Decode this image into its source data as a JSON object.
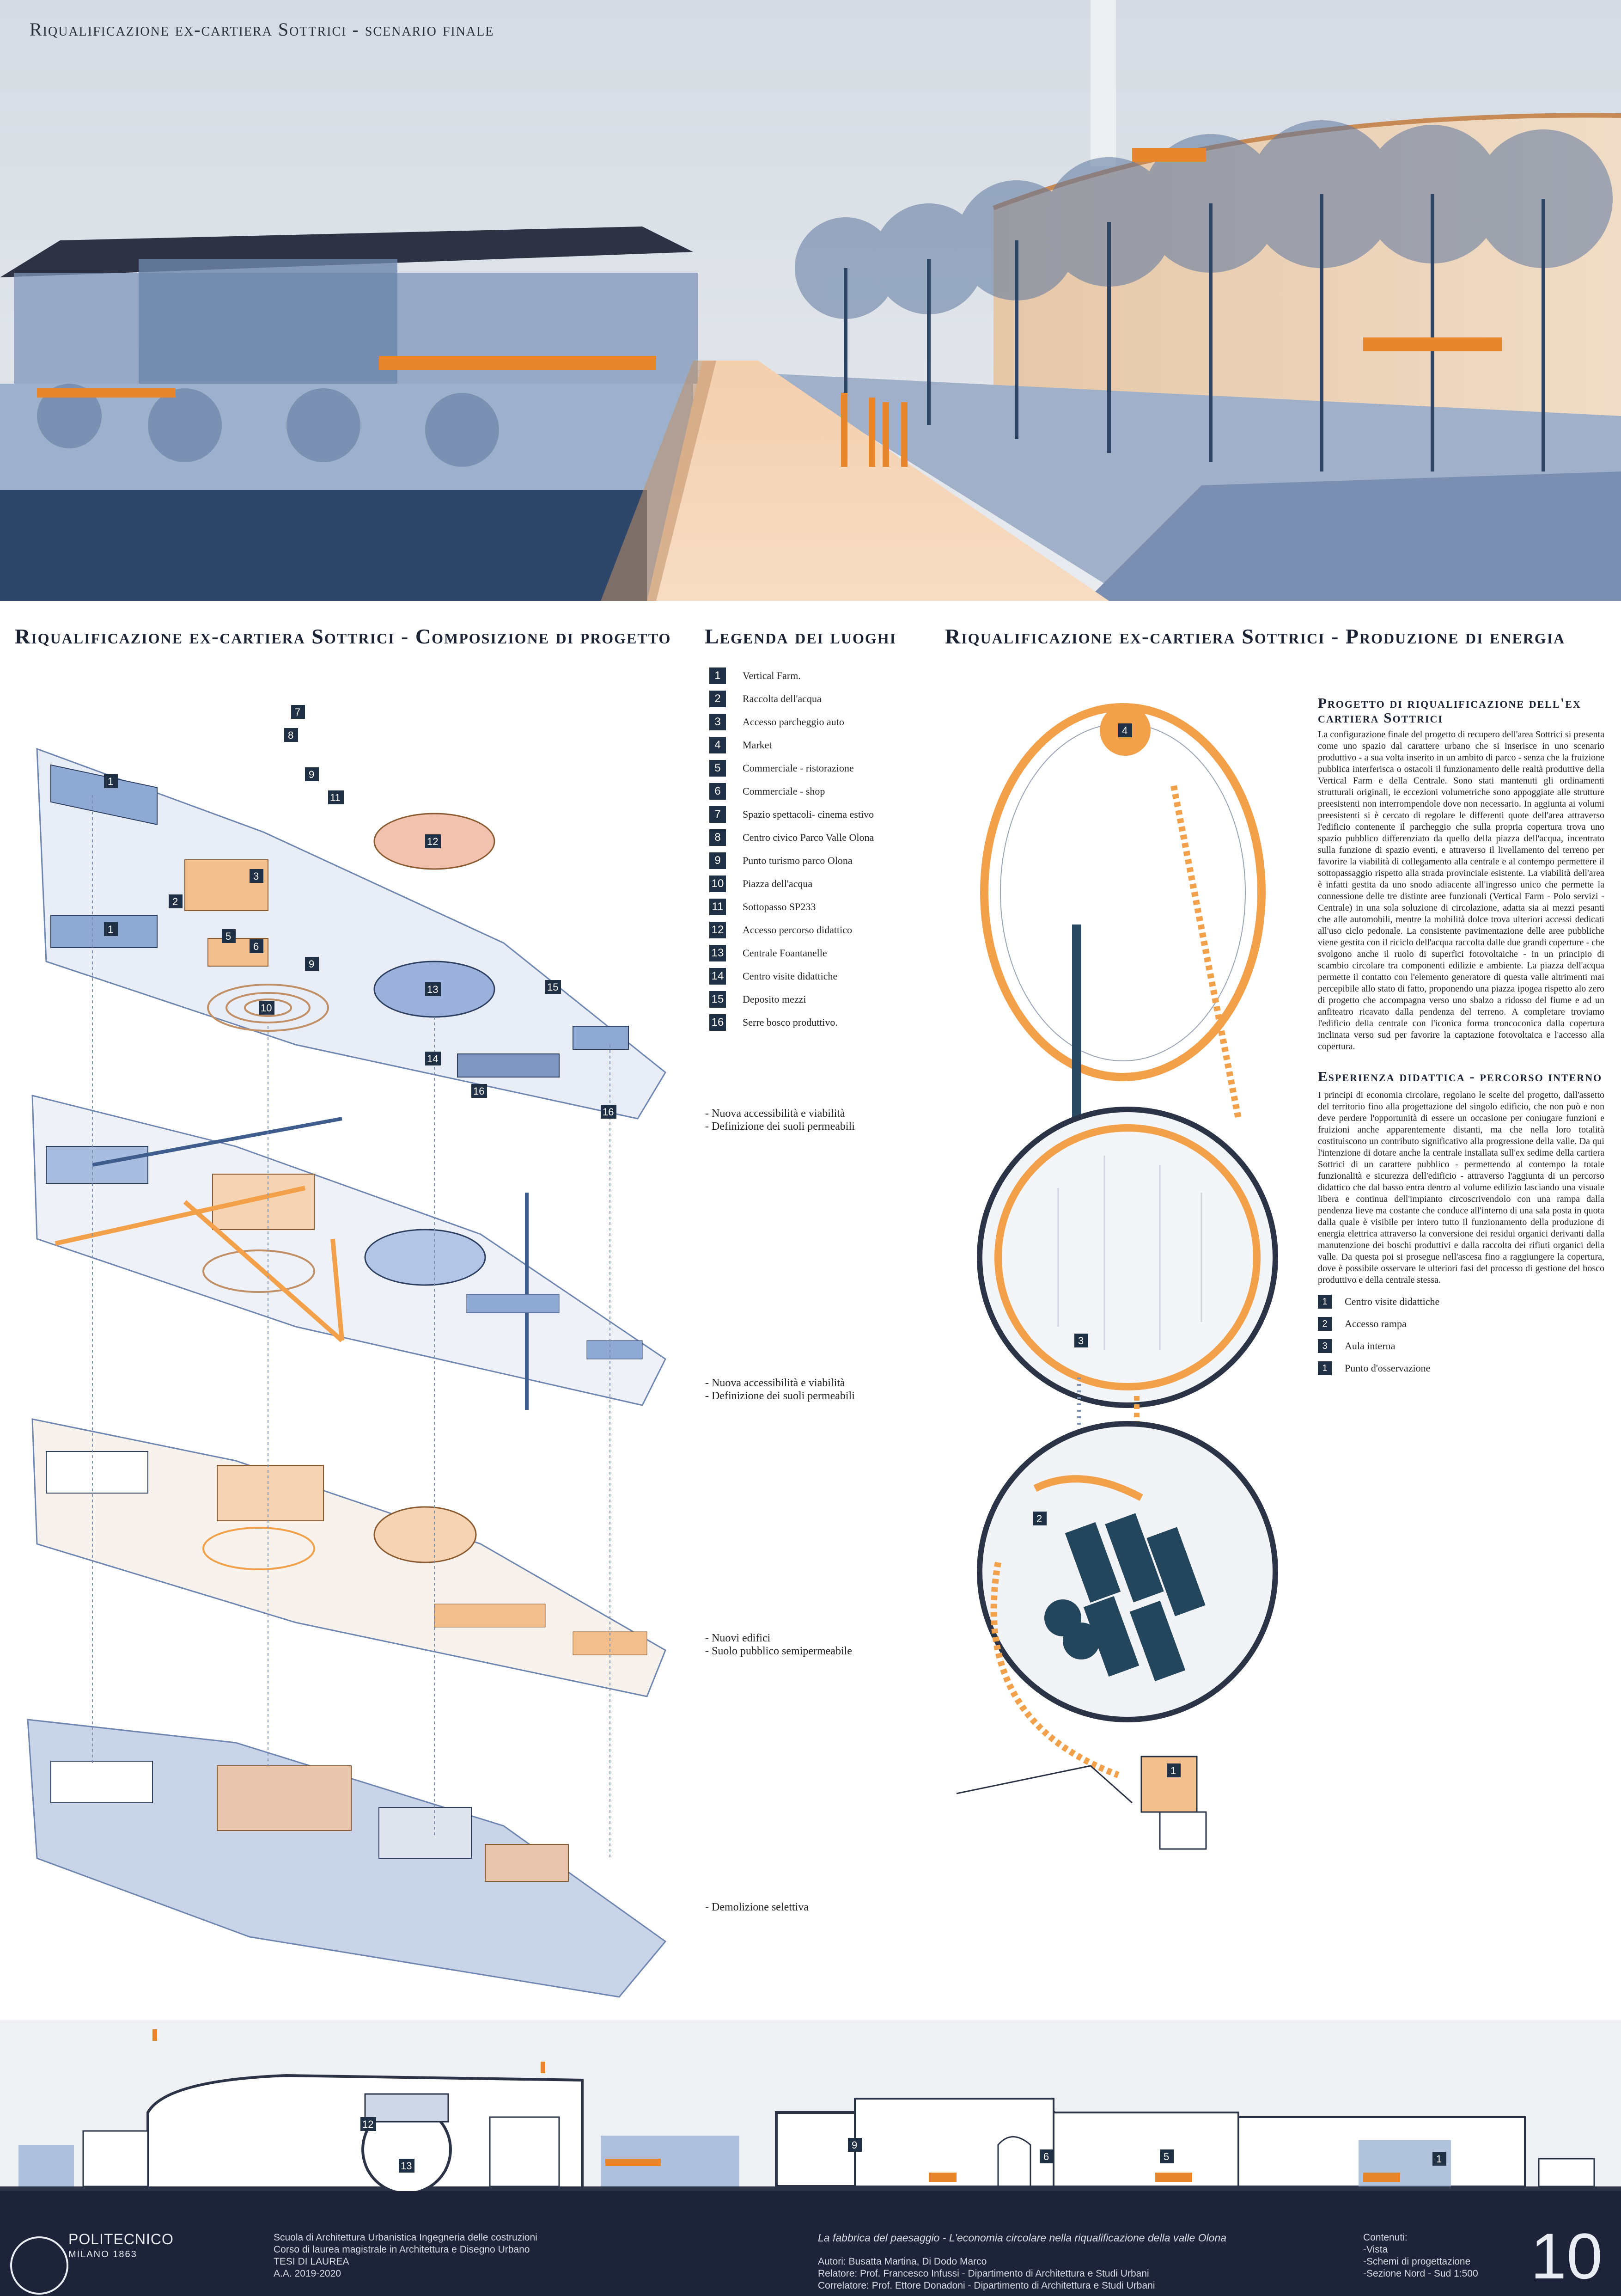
{
  "hero": {
    "title": "Riqualificazione ex-cartiera Sottrici - scenario finale"
  },
  "composition": {
    "title": "Riqualificazione ex-cartiera Sottrici - Composizione di progetto",
    "layer_notes": [
      "- Nuova accessibilità e viabilità\n- Definizione dei suoli permeabili",
      "- Nuova accessibilità e viabilità\n- Definizione dei suoli permeabili",
      "- Nuovi edifici\n- Suolo pubblico semipermeabile",
      "- Demolizione selettiva"
    ]
  },
  "legend": {
    "title": "Legenda dei luoghi",
    "items": [
      {
        "num": "1",
        "label": "Vertical Farm."
      },
      {
        "num": "2",
        "label": "Raccolta dell'acqua"
      },
      {
        "num": "3",
        "label": "Accesso parcheggio auto"
      },
      {
        "num": "4",
        "label": "Market"
      },
      {
        "num": "5",
        "label": "Commerciale - ristorazione"
      },
      {
        "num": "6",
        "label": "Commerciale - shop"
      },
      {
        "num": "7",
        "label": "Spazio spettacoli- cinema estivo"
      },
      {
        "num": "8",
        "label": "Centro civico Parco Valle Olona"
      },
      {
        "num": "9",
        "label": "Punto turismo parco Olona"
      },
      {
        "num": "10",
        "label": "Piazza dell'acqua"
      },
      {
        "num": "11",
        "label": "Sottopasso SP233"
      },
      {
        "num": "12",
        "label": "Accesso percorso didattico"
      },
      {
        "num": "13",
        "label": "Centrale Foantanelle"
      },
      {
        "num": "14",
        "label": "Centro visite didattiche"
      },
      {
        "num": "15",
        "label": "Deposito mezzi"
      },
      {
        "num": "16",
        "label": "Serre bosco produttivo."
      }
    ]
  },
  "energy": {
    "title": "Riqualificazione ex-cartiera Sottrici - Produzione di energia",
    "diagram_tags": [
      "4",
      "3",
      "2",
      "1"
    ],
    "section1_title": "Progetto di riqualificazione dell'ex cartiera Sottrici",
    "section1_text": "La configurazione finale del progetto di recupero dell'area Sottrici si presenta come uno spazio dal carattere urbano che si inserisce in uno scenario produttivo - a sua volta inserito in un ambito di parco - senza che la fruizione pubblica interferisca o ostacoli il funzionamento delle realtà produttive della Vertical Farm e della Centrale. Sono stati mantenuti gli ordinamenti strutturali originali, le eccezioni volumetriche sono appoggiate alle strutture preesistenti non interrompendole dove non necessario. In aggiunta ai volumi preesistenti si è cercato di regolare le differenti quote dell'area attraverso l'edificio contenente il parcheggio che sulla propria copertura trova uno spazio pubblico differenziato da quello della piazza dell'acqua, incentrato sulla funzione di spazio eventi, e attraverso il livellamento del terreno per favorire la viabilità di collegamento alla centrale e al contempo permettere il sottopassaggio rispetto alla strada provinciale esistente. La viabilità dell'area è infatti gestita da uno snodo adiacente all'ingresso unico che permette la connessione delle tre distinte aree funzionali (Vertical Farm - Polo servizi - Centrale) in una sola soluzione di circolazione, adatta sia ai mezzi pesanti che alle automobili, mentre la mobilità dolce trova ulteriori accessi dedicati all'uso ciclo pedonale. La consistente pavimentazione delle aree pubbliche viene gestita con il riciclo dell'acqua raccolta dalle due grandi coperture - che svolgono anche il ruolo di superfici fotovoltaiche - in un principio di scambio circolare tra componenti edilizie e ambiente. La piazza dell'acqua permette il contatto con l'elemento generatore di questa valle altrimenti mai percepibile allo stato di fatto, proponendo una piazza ipogea rispetto alo zero di progetto che accompagna verso uno sbalzo a ridosso del fiume e ad un anfiteatro ricavato dalla pendenza del terreno. A completare troviamo l'edificio della centrale con l'iconica forma troncoconica dalla copertura inclinata verso sud per favorire la captazione fotovoltaica e l'accesso alla copertura.",
    "section2_title": "Esperienza didattica - percorso interno",
    "section2_text": "I principi di economia circolare, regolano le scelte del progetto, dall'assetto del territorio fino alla progettazione del singolo edificio, che non può e non deve perdere l'opportunità di essere un occasione per coniugare funzioni e fruizioni anche apparentemente distanti, ma che nella loro totalità costituiscono un contributo significativo alla progressione della valle. Da qui l'intenzione di dotare anche la centrale installata sull'ex sedime della cartiera Sottrici di un carattere pubblico - permettendo al contempo la totale funzionalità e sicurezza dell'edificio - attraverso l'aggiunta di un percorso didattico che dal basso entra dentro al volume edilizio lasciando una visuale libera e continua dell'impianto circoscrivendolo con una rampa dalla pendenza lieve ma costante che conduce all'interno di una sala posta in quota dalla quale è visibile per intero tutto il funzionamento della produzione di energia elettrica attraverso la conversione dei residui organici derivanti dalla manutenzione dei boschi produttivi e dalla raccolta dei rifiuti organici della valle. Da questa poi si prosegue nell'ascesa fino a raggiungere la copertura, dove è possibile osservare le ulteriori fasi del processo di gestione del bosco produttivo e della centrale stessa.",
    "path_legend": [
      {
        "num": "1",
        "label": "Centro visite didattiche"
      },
      {
        "num": "2",
        "label": "Accesso rampa"
      },
      {
        "num": "3",
        "label": "Aula interna"
      },
      {
        "num": "1",
        "label": "Punto d'osservazione"
      }
    ]
  },
  "section_tags": [
    "12",
    "13",
    "9",
    "6",
    "5",
    "1"
  ],
  "footer": {
    "school_name": "POLITECNICO",
    "school_city": "MILANO 1863",
    "course_lines": [
      "Scuola di Architettura Urbanistica Ingegneria delle costruzioni",
      "Corso di laurea magistrale in Architettura e Disegno Urbano",
      "TESI DI LAUREA",
      "A.A. 2019-2020"
    ],
    "thesis_title": "La fabbrica del paesaggio - L'economia circolare nella riqualificazione della valle Olona",
    "credits": [
      "Autori:  Busatta Martina, Di Dodo Marco",
      "Relatore: Prof. Francesco Infussi - Dipartimento di Architettura e Studi Urbani",
      "Correlatore: Prof. Ettore Donadoni - Dipartimento di Architettura e Studi Urbani"
    ],
    "contents_label": "Contenuti:",
    "contents": [
      "-Vista",
      "-Schemi di progettazione",
      "-Sezione Nord - Sud 1:500"
    ],
    "page_number": "10"
  },
  "colors": {
    "navy": "#1f2f44",
    "orange": "#f2a04a",
    "blue": "#8ea6cf",
    "footer_bg": "#1d2338"
  }
}
